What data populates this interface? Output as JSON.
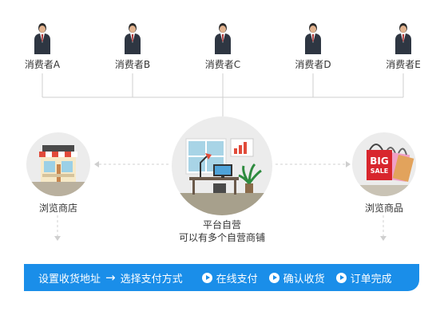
{
  "consumers": [
    {
      "label": "消费者A"
    },
    {
      "label": "消费者B"
    },
    {
      "label": "消费者C"
    },
    {
      "label": "消费者D"
    },
    {
      "label": "消费者E"
    }
  ],
  "nodes": {
    "left": {
      "label": "浏览商店"
    },
    "center": {
      "line1": "平台自营",
      "line2": "可以有多个自营商铺"
    },
    "right": {
      "label": "浏览商品"
    }
  },
  "sale_bag": {
    "big": "BIG",
    "sale": "SALE"
  },
  "banner": {
    "step1": "设置收货地址",
    "step2": "选择支付方式",
    "step3": "在线支付",
    "step4": "确认收货",
    "step5": "订单完成"
  },
  "colors": {
    "banner_blue": "#1a8ee9",
    "line_gray": "#cfcfcf",
    "circle_bg": "#ececec"
  }
}
